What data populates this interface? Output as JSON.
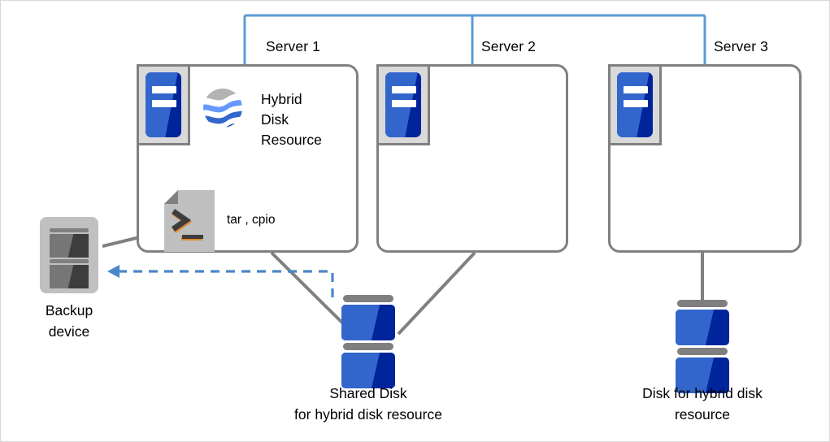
{
  "diagram": {
    "title": "Hybrid disk resource configuration",
    "colors": {
      "network_line": "#5b9bd5",
      "box_border": "#808080",
      "connector": "#808080",
      "backup_arrow": "#4a86c8",
      "disk_dark": "#00249c",
      "disk_light": "#3366cc",
      "icon_frame": "#d9d9d9",
      "doc_body": "#bfbfbf",
      "doc_fold": "#808080",
      "prompt_dark": "#3d3d3d",
      "prompt_accent": "#e08a2e"
    },
    "network": {
      "name": "interconnect-line",
      "style": "solid"
    },
    "servers": [
      {
        "id": "server-1",
        "label": "Server 1",
        "icon": "server-icon",
        "resource": {
          "icon": "globe-icon",
          "label_lines": [
            "Hybrid",
            "Disk",
            "Resource"
          ]
        },
        "command": {
          "icon": "terminal-document-icon",
          "label": "tar , cpio"
        }
      },
      {
        "id": "server-2",
        "label": "Server 2",
        "icon": "server-icon"
      },
      {
        "id": "server-3",
        "label": "Server 3",
        "icon": "server-icon"
      }
    ],
    "backup_device": {
      "name": "backup-device",
      "icon": "tape-drive-icon",
      "label_lines": [
        "Backup",
        "device"
      ]
    },
    "shared_disk": {
      "name": "shared-disk",
      "icon": "disk-stack-icon",
      "label_lines": [
        "Shared Disk",
        "for hybrid disk resource"
      ]
    },
    "hybrid_disk": {
      "name": "hybrid-disk",
      "icon": "disk-stack-icon",
      "label_lines": [
        "Disk for hybrid disk",
        "resource"
      ]
    }
  }
}
